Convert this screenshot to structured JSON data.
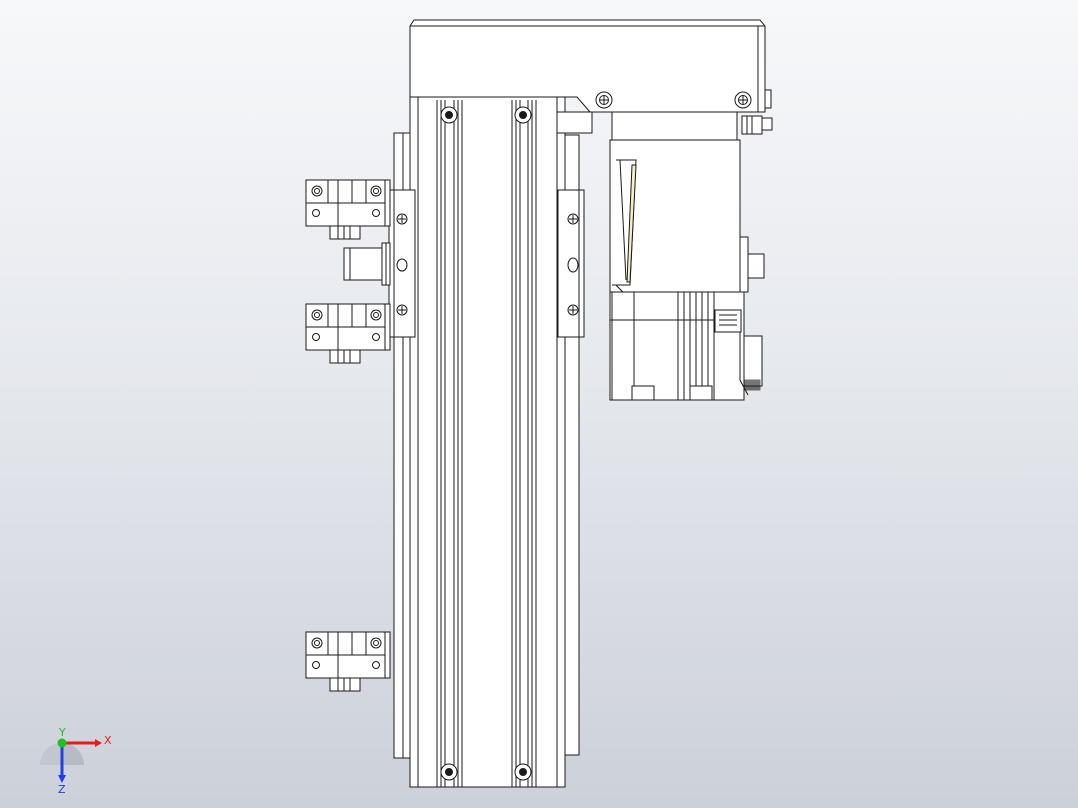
{
  "viewport": {
    "background_top": "#f7f8fa",
    "background_bottom": "#ccd0d8"
  },
  "model": {
    "line_color": "#1a1a1a",
    "face_color": "#ffffff",
    "accent_color": "#f5f0c8"
  },
  "triad": {
    "x_label": "X",
    "y_label": "Y",
    "z_label": "Z",
    "x_color": "#e02020",
    "y_color": "#20c020",
    "z_color": "#2040e0"
  }
}
